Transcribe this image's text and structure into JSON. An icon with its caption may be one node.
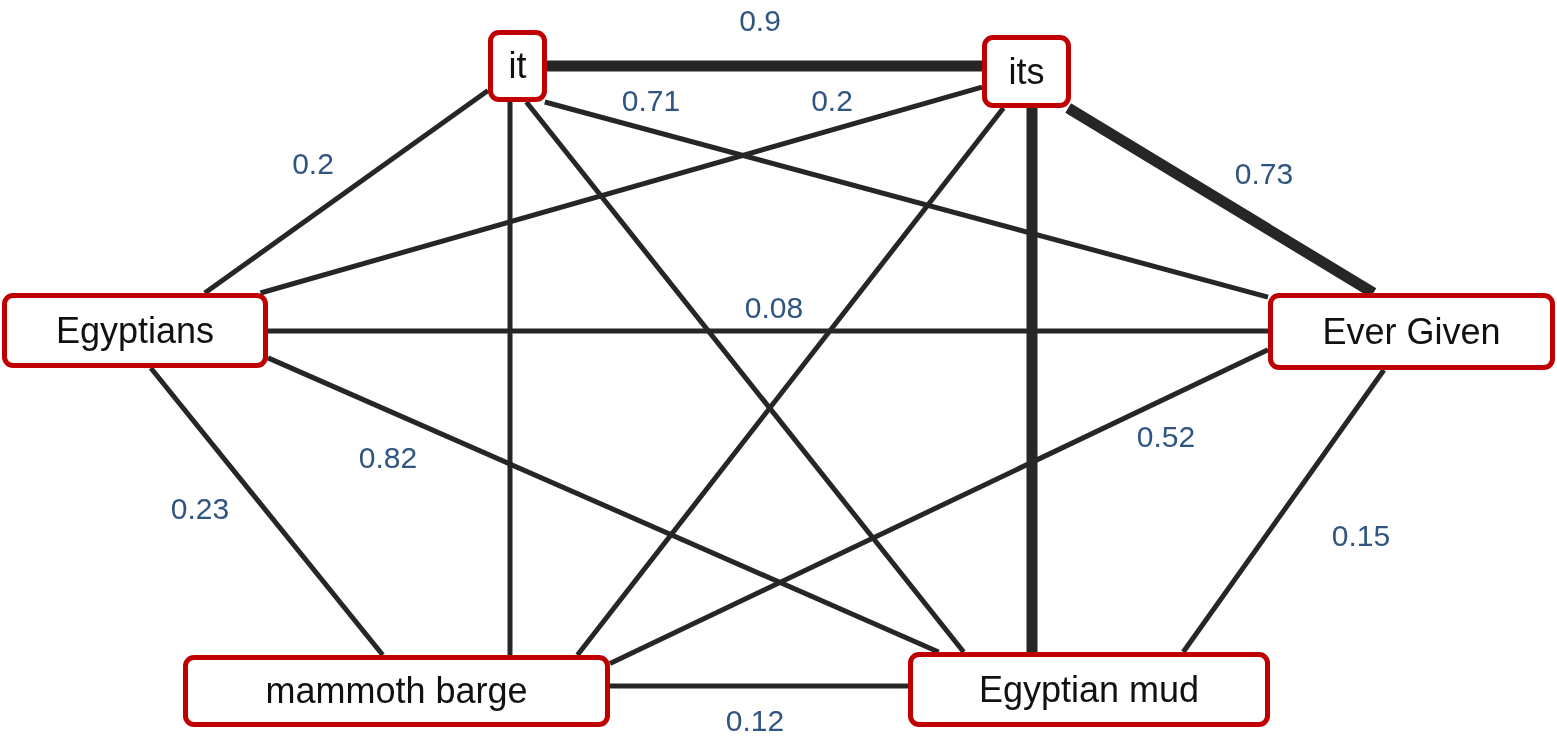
{
  "diagram": {
    "nodes": [
      {
        "text": [
          "it"
        ]
      },
      {
        "text": [
          "its"
        ]
      },
      {
        "text": [
          "Egyptians"
        ]
      },
      {
        "text": [
          "Ever Given"
        ]
      },
      {
        "text": [
          "mammoth barge"
        ]
      },
      {
        "text": [
          "Egyptian mud"
        ]
      }
    ],
    "edges": [
      {
        "from": 0,
        "to": 1,
        "arrow": "none",
        "label": "0.9",
        "style": "thick"
      },
      {
        "from": 0,
        "to": 2,
        "arrow": "none",
        "label": "0.2"
      },
      {
        "from": 0,
        "to": 3,
        "arrow": "none",
        "label": "0.71"
      },
      {
        "from": 1,
        "to": 2,
        "arrow": "none",
        "label": "0.2"
      },
      {
        "from": 1,
        "to": 3,
        "arrow": "none",
        "label": "0.73",
        "style": "thick"
      },
      {
        "from": 0,
        "to": 4,
        "arrow": "none"
      },
      {
        "from": 0,
        "to": 5,
        "arrow": "none"
      },
      {
        "from": 1,
        "to": 4,
        "arrow": "none"
      },
      {
        "from": 1,
        "to": 5,
        "arrow": "none",
        "style": "thick"
      },
      {
        "from": 2,
        "to": 3,
        "arrow": "none",
        "label": "0.08"
      },
      {
        "from": 2,
        "to": 5,
        "arrow": "none",
        "label": "0.82"
      },
      {
        "from": 2,
        "to": 4,
        "arrow": "none",
        "label": "0.23"
      },
      {
        "from": 3,
        "to": 4,
        "arrow": "none",
        "label": "0.52"
      },
      {
        "from": 3,
        "to": 5,
        "arrow": "none",
        "label": "0.15"
      },
      {
        "from": 4,
        "to": 5,
        "arrow": "none",
        "label": "0.12"
      }
    ]
  }
}
